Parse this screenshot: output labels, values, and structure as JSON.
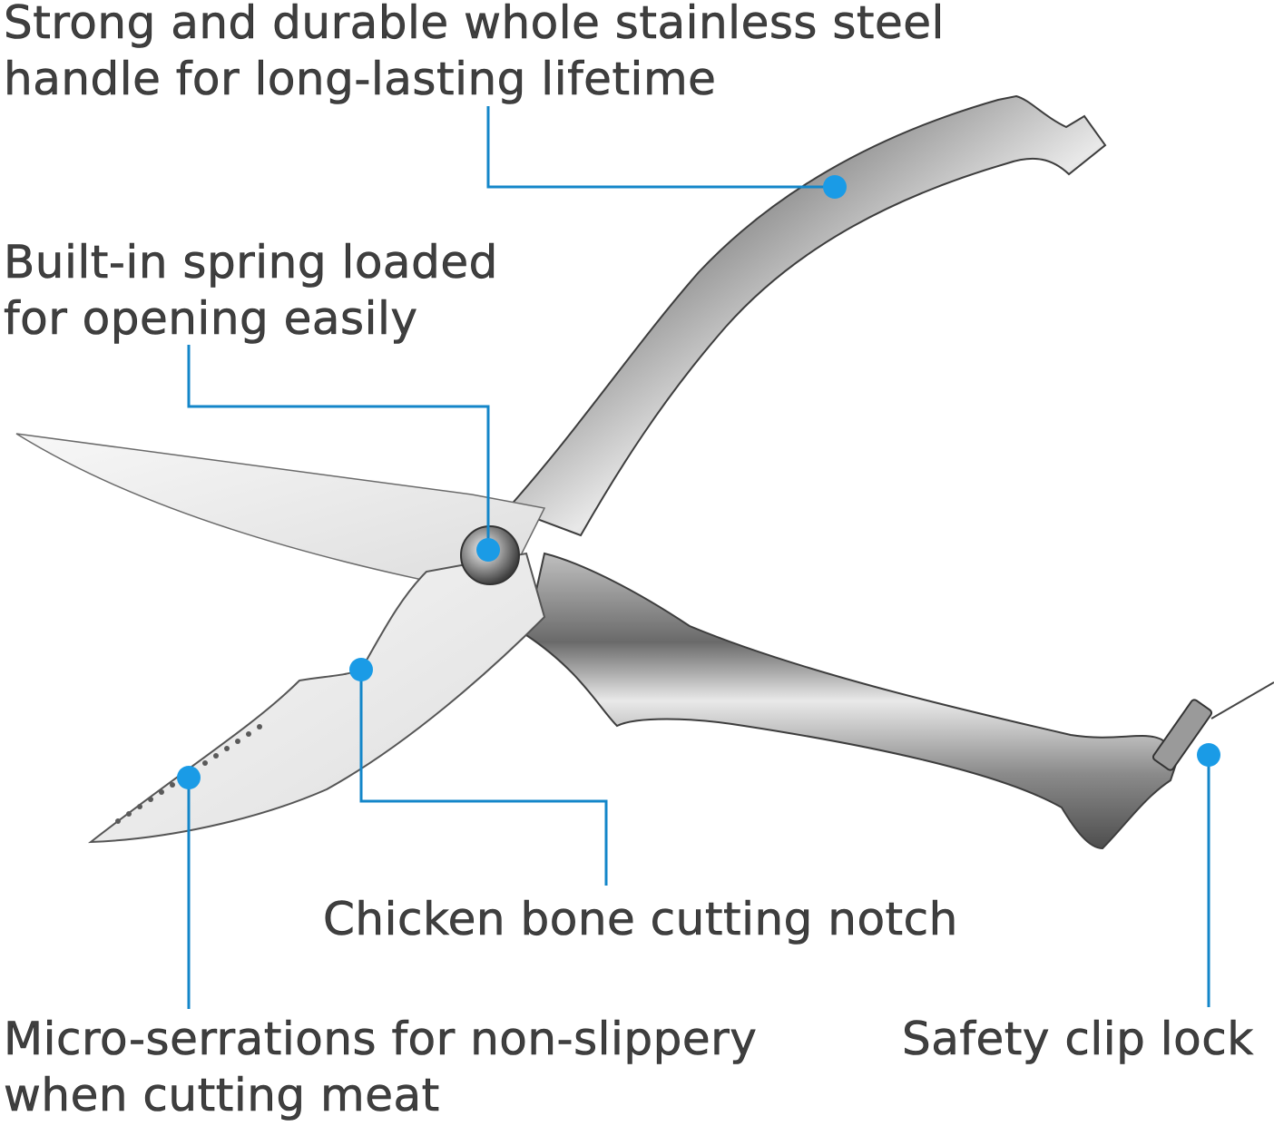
{
  "colors": {
    "background": "#ffffff",
    "text": "#3f3f3f",
    "leader_line": "#1386c9",
    "callout_dot": "#1a9be6",
    "steel_light": "#e6e6e6",
    "steel_mid": "#a8a8a8",
    "steel_dark": "#555555"
  },
  "product": "Kitchen poultry shears",
  "callouts": [
    {
      "id": "handle",
      "lines": [
        "Strong and durable whole stainless steel",
        "handle for long-lasting lifetime"
      ],
      "dot": [
        920,
        206
      ]
    },
    {
      "id": "spring",
      "lines": [
        "Built-in spring loaded",
        "for opening easily"
      ],
      "dot": [
        538,
        606
      ]
    },
    {
      "id": "notch",
      "lines": [
        "Chicken bone cutting notch"
      ],
      "dot": [
        398,
        738
      ]
    },
    {
      "id": "serrations",
      "lines": [
        "Micro-serrations for non-slippery",
        "when cutting meat"
      ],
      "dot": [
        208,
        857
      ]
    },
    {
      "id": "clip",
      "lines": [
        "Safety clip lock"
      ],
      "dot": [
        1332,
        832
      ]
    }
  ]
}
